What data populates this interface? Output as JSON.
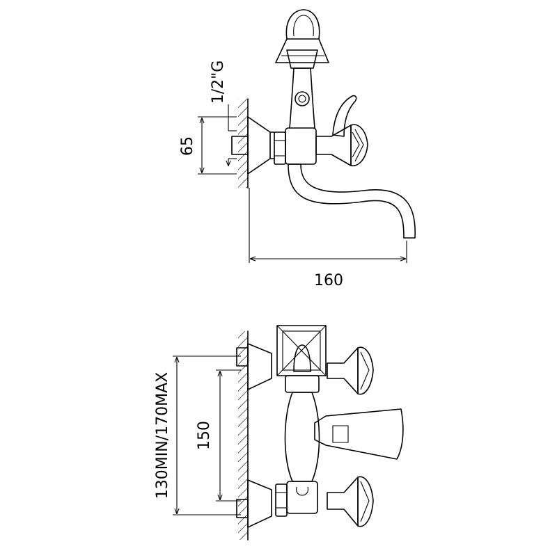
{
  "dimensions": {
    "inlet_thread": "1/2\"G",
    "inlet_height": "65",
    "spout_projection": "160",
    "centre_distance_range": "130MIN/170MAX",
    "centre_distance": "150"
  }
}
